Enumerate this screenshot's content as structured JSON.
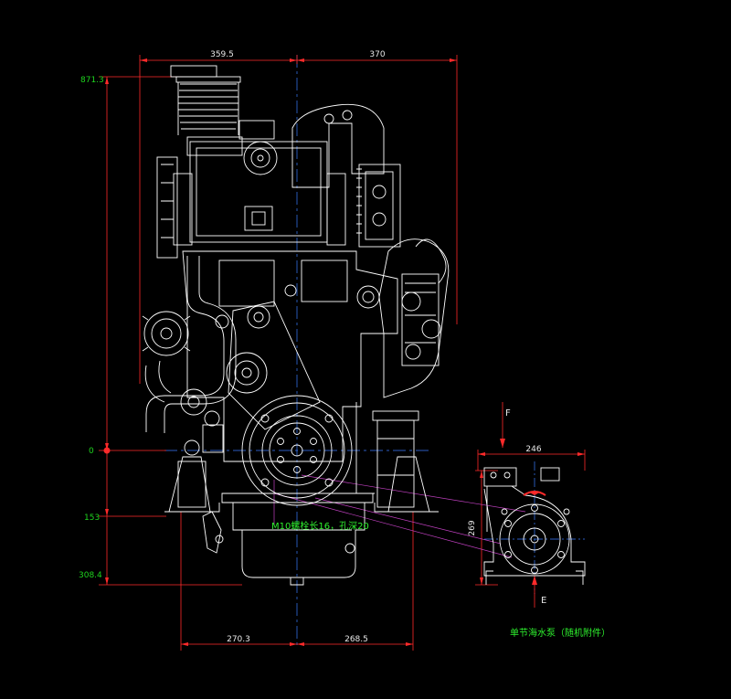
{
  "palette": {
    "background": "#000000",
    "outline": "#ffffff",
    "dimension": "#ff2a2a",
    "centerline": "#3a7cff",
    "leader": "#c040c0",
    "label_green": "#2ef02e"
  },
  "dimensions": {
    "top_left": "359.5",
    "top_right": "370",
    "bottom_left": "270.3",
    "bottom_right": "268.5",
    "y_top": "871.3",
    "y_zero": "0",
    "y_153": "153",
    "y_308": "308.4",
    "pump_width": "246",
    "pump_height": "269"
  },
  "labels": {
    "bolt_note": "M10螺栓长16，孔深20",
    "pump_caption": "单节海水泵（随机附件）",
    "arrow_in": "F",
    "arrow_out": "E"
  }
}
